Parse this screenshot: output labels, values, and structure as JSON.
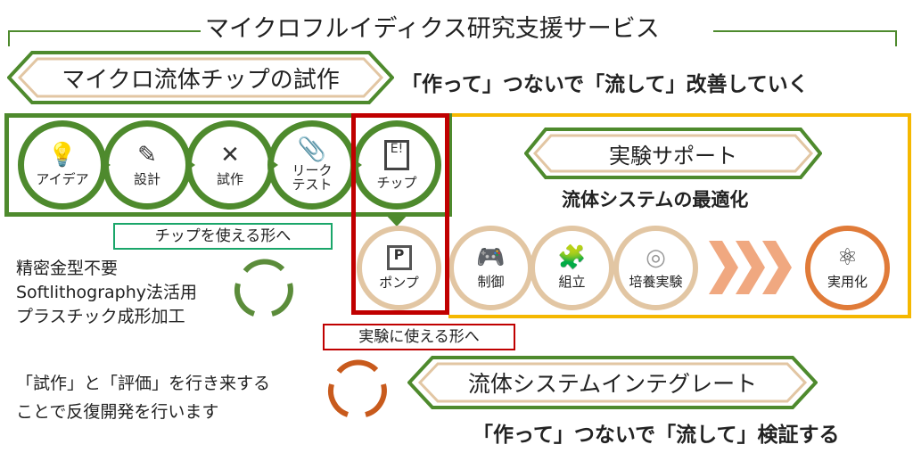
{
  "title": "マイクロフルイディクス研究支援サービス",
  "banner_chip": "マイクロ流体チップの試作",
  "slogan_top": "「作って」つないで「流して」改善していく",
  "banner_support": "実験サポート",
  "subtitle_support": "流体システムの最適化",
  "chip_steps": [
    {
      "label": "アイデア",
      "icon": "lightbulb-icon"
    },
    {
      "label": "設計",
      "icon": "pencil-icon"
    },
    {
      "label": "試作",
      "icon": "tools-icon"
    },
    {
      "label": "リーク\nテスト",
      "label1": "リーク",
      "label2": "テスト",
      "icon": "paperclip-icon"
    },
    {
      "label": "チップ",
      "icon": "chip-icon"
    }
  ],
  "support_steps": [
    {
      "label": "ポンプ",
      "icon": "pump-icon"
    },
    {
      "label": "制御",
      "icon": "gamepad-icon"
    },
    {
      "label": "組立",
      "icon": "puzzle-icon"
    },
    {
      "label": "培養実験",
      "icon": "cell-icon"
    },
    {
      "label": "実用化",
      "icon": "network-icon"
    }
  ],
  "pump_icon_letter": "P",
  "chip_usable": "チップを使える形へ",
  "left_notes": [
    "精密金型不要",
    "Softlithography法活用",
    "プラスチック成形加工"
  ],
  "experiment_usable": "実験に使える形へ",
  "iteration_text": [
    "「試作」と「評価」を行き来する",
    "ことで反復開発を行います"
  ],
  "banner_integrate": "流体システムインテグレート",
  "slogan_bottom": "「作って」つないで「流して」検証する",
  "colors": {
    "green": "#4e8a2d",
    "tan": "#e2c6a3",
    "orange": "#e07b39",
    "yellow": "#f5b800",
    "red": "#c00000"
  }
}
